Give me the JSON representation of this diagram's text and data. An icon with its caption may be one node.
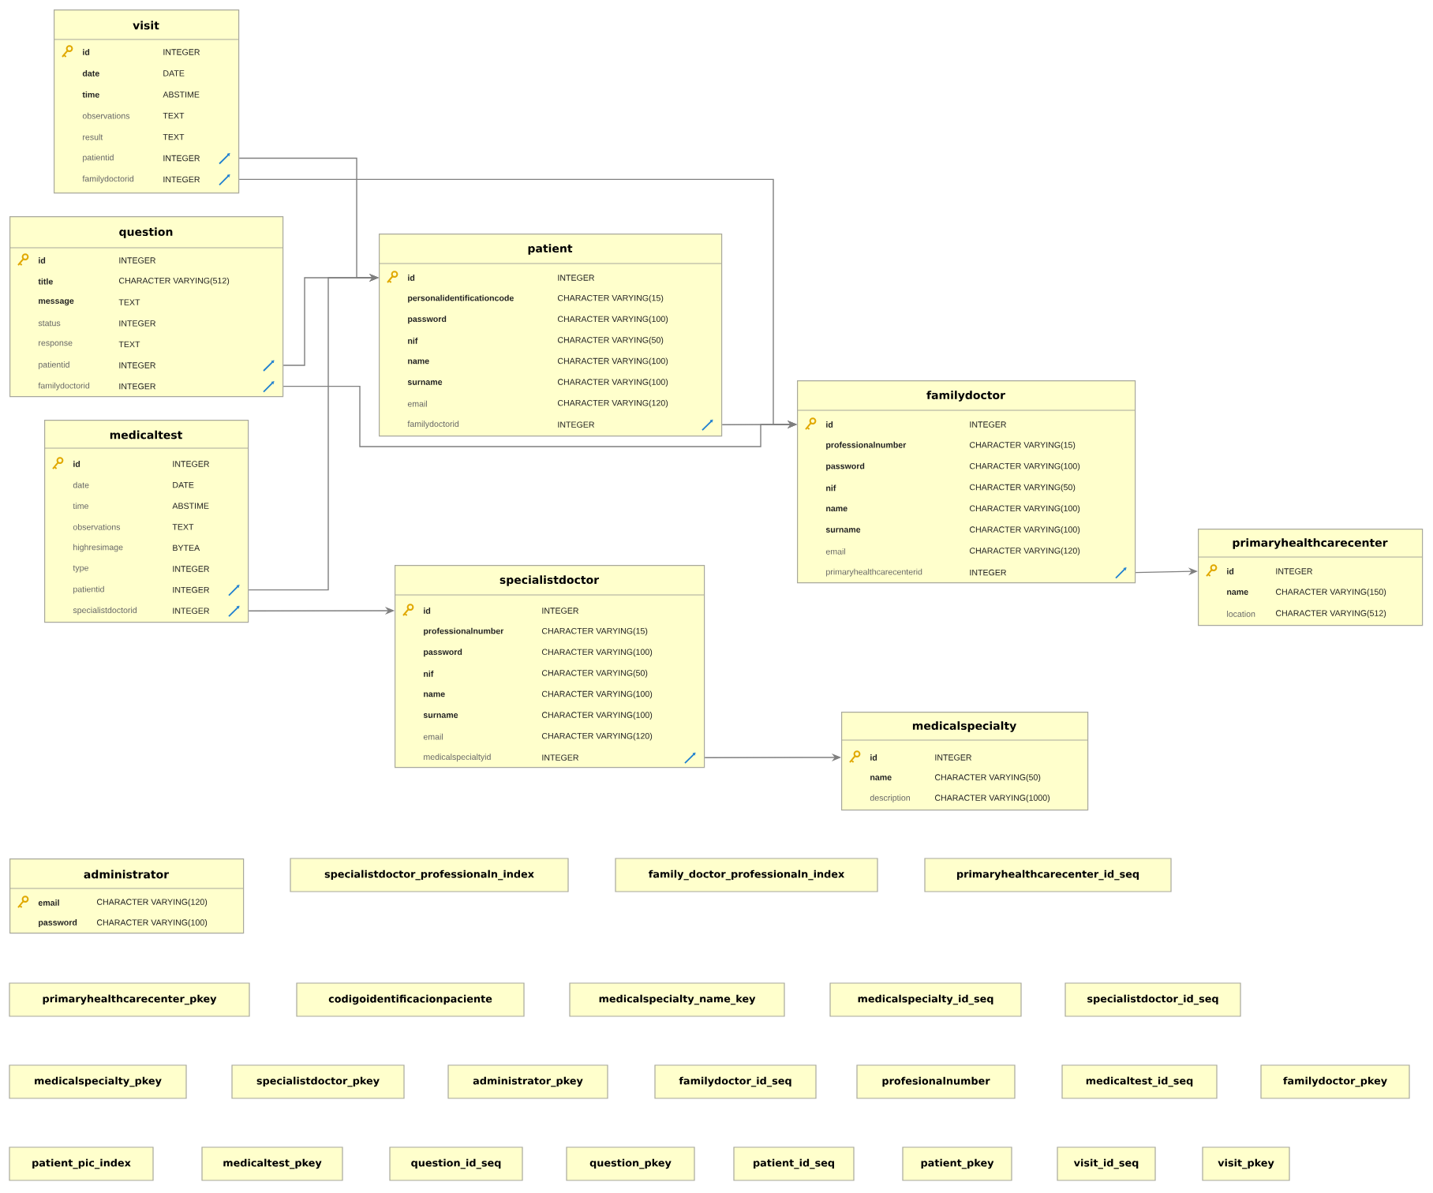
{
  "diagram": {
    "nodes": [
      {
        "text": [
          "visit",
          "id",
          "INTEGER",
          "date",
          "DATE",
          "time",
          "ABSTIME",
          "observations",
          "TEXT",
          "result",
          "TEXT",
          "patientid",
          "INTEGER",
          "familydoctorid",
          "INTEGER"
        ]
      },
      {
        "text": [
          "question",
          "id",
          "INTEGER",
          "title",
          "CHARACTER VARYING(512)",
          "message",
          "TEXT",
          "status",
          "INTEGER",
          "response",
          "TEXT",
          "patientid",
          "INTEGER",
          "familydoctorid",
          "INTEGER"
        ]
      },
      {
        "text": [
          "patient",
          "id",
          "INTEGER",
          "personalidentificationcode",
          "CHARACTER VARYING(15)",
          "password",
          "CHARACTER VARYING(100)",
          "nif",
          "CHARACTER VARYING(50)",
          "name",
          "CHARACTER VARYING(100)",
          "surname",
          "CHARACTER VARYING(100)",
          "email",
          "CHARACTER VARYING(120)",
          "familydoctorid",
          "INTEGER"
        ]
      },
      {
        "text": [
          "medicaltest",
          "id",
          "INTEGER",
          "date",
          "DATE",
          "time",
          "ABSTIME",
          "observations",
          "TEXT",
          "highresimage",
          "BYTEA",
          "type",
          "INTEGER",
          "patientid",
          "INTEGER",
          "specialistdoctorid",
          "INTEGER"
        ]
      },
      {
        "text": [
          "familydoctor",
          "id",
          "INTEGER",
          "professionalnumber",
          "CHARACTER VARYING(15)",
          "password",
          "CHARACTER VARYING(100)",
          "nif",
          "CHARACTER VARYING(50)",
          "name",
          "CHARACTER VARYING(100)",
          "surname",
          "CHARACTER VARYING(100)",
          "email",
          "CHARACTER VARYING(120)",
          "primaryhealthcarecenterid",
          "INTEGER"
        ]
      },
      {
        "text": [
          "primaryhealthcarecenter",
          "id",
          "INTEGER",
          "name",
          "CHARACTER VARYING(150)",
          "location",
          "CHARACTER VARYING(512)"
        ]
      },
      {
        "text": [
          "specialistdoctor",
          "id",
          "INTEGER",
          "professionalnumber",
          "CHARACTER VARYING(15)",
          "password",
          "CHARACTER VARYING(100)",
          "nif",
          "CHARACTER VARYING(50)",
          "name",
          "CHARACTER VARYING(100)",
          "surname",
          "CHARACTER VARYING(100)",
          "email",
          "CHARACTER VARYING(120)",
          "medicalspecialtyid",
          "INTEGER"
        ]
      },
      {
        "text": [
          "medicalspecialty",
          "id",
          "INTEGER",
          "name",
          "CHARACTER VARYING(50)",
          "description",
          "CHARACTER VARYING(1000)"
        ]
      },
      {
        "text": [
          "administrator",
          "email",
          "CHARACTER VARYING(120)",
          "password",
          "CHARACTER VARYING(100)"
        ]
      },
      {
        "text": [
          "specialistdoctor_professionaln_index"
        ]
      },
      {
        "text": [
          "family_doctor_professionaln_index"
        ]
      },
      {
        "text": [
          "primaryhealthcarecenter_id_seq"
        ]
      },
      {
        "text": [
          "primaryhealthcarecenter_pkey"
        ]
      },
      {
        "text": [
          "codigoidentificacionpaciente"
        ]
      },
      {
        "text": [
          "medicalspecialty_name_key"
        ]
      },
      {
        "text": [
          "medicalspecialty_id_seq"
        ]
      },
      {
        "text": [
          "specialistdoctor_id_seq"
        ]
      },
      {
        "text": [
          "medicalspecialty_pkey"
        ]
      },
      {
        "text": [
          "specialistdoctor_pkey"
        ]
      },
      {
        "text": [
          "administrator_pkey"
        ]
      },
      {
        "text": [
          "familydoctor_id_seq"
        ]
      },
      {
        "text": [
          "profesionalnumber"
        ]
      },
      {
        "text": [
          "medicaltest_id_seq"
        ]
      },
      {
        "text": [
          "familydoctor_pkey"
        ]
      },
      {
        "text": [
          "patient_pic_index"
        ]
      },
      {
        "text": [
          "medicaltest_pkey"
        ]
      },
      {
        "text": [
          "question_id_seq"
        ]
      },
      {
        "text": [
          "question_pkey"
        ]
      },
      {
        "text": [
          "patient_id_seq"
        ]
      },
      {
        "text": [
          "patient_pkey"
        ]
      },
      {
        "text": [
          "visit_id_seq"
        ]
      },
      {
        "text": [
          "visit_pkey"
        ]
      }
    ],
    "edges": [
      {
        "from": 0,
        "to": 2,
        "arrow": "to"
      },
      {
        "from": 0,
        "to": 4,
        "arrow": "to"
      },
      {
        "from": 1,
        "to": 2,
        "arrow": "to"
      },
      {
        "from": 1,
        "to": 4,
        "arrow": "to"
      },
      {
        "from": 3,
        "to": 2,
        "arrow": "to"
      },
      {
        "from": 3,
        "to": 6,
        "arrow": "to"
      },
      {
        "from": 2,
        "to": 4,
        "arrow": "to"
      },
      {
        "from": 4,
        "to": 5,
        "arrow": "to"
      },
      {
        "from": 6,
        "to": 7,
        "arrow": "to"
      }
    ]
  }
}
